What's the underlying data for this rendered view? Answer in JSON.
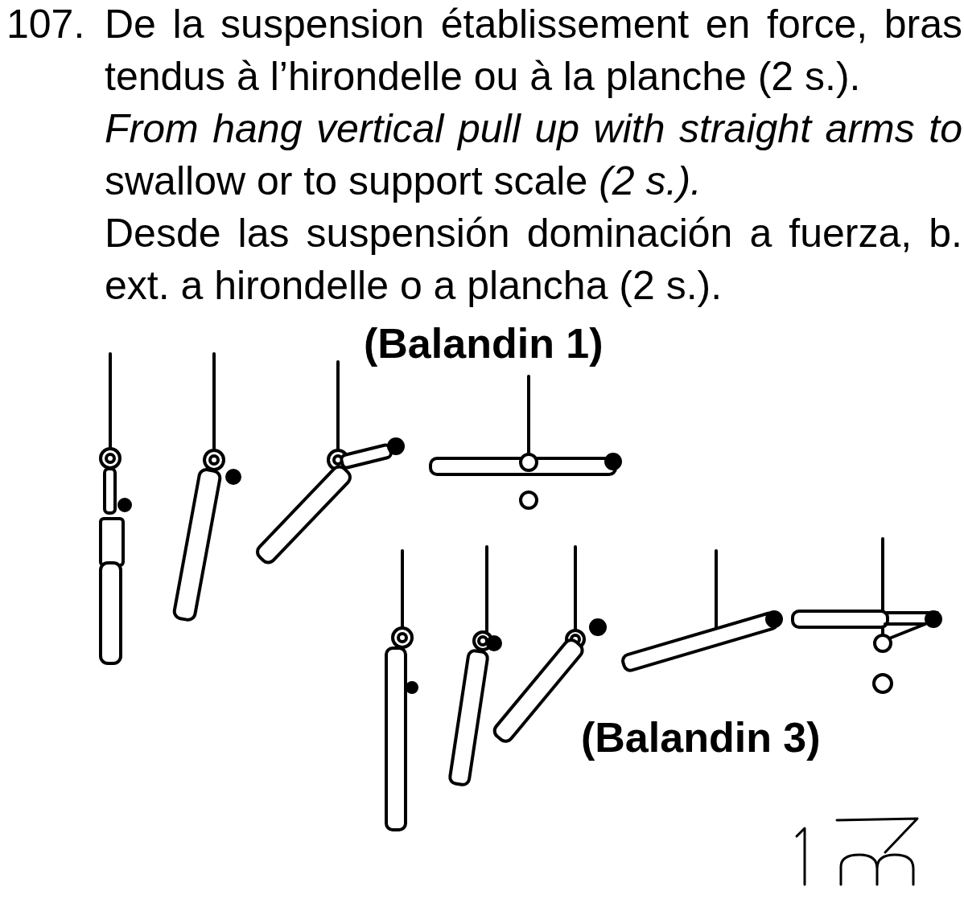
{
  "diagram": {
    "labels": [
      "107.",
      "De la suspension établissement en force, bras tendus à l’hirondelle ou à la planche (2 s.).",
      "From hang vertical pull up with straight arms to",
      "swallow or to support scale",
      "(2 s.).",
      "Desde las suspensión dominación a fuerza, b. ext. a hirondelle o a plancha (2 s.).",
      "(Balandin 1)",
      "(Balandin 3)"
    ]
  }
}
